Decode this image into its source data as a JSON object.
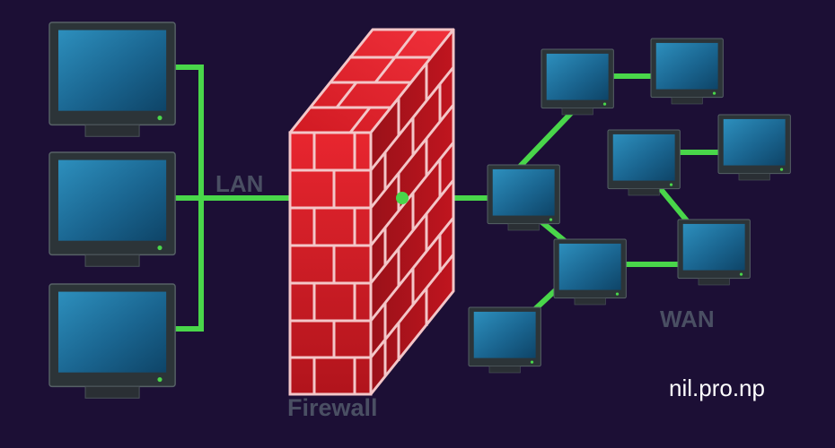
{
  "labels": {
    "lan": "LAN",
    "wan": "WAN",
    "firewall": "Firewall",
    "watermark": "nil.pro.np"
  },
  "colors": {
    "background": "#1c0f35",
    "link": "#49d64a",
    "brick_light": "#e5212b",
    "brick_dark": "#8c1018",
    "mortar": "#f3c6c8",
    "screen": "#1e6e97",
    "bezel": "#2c3438",
    "label_text": "#4a4f63",
    "watermark_text": "#ffffff"
  },
  "icons": {
    "computer": "monitor-icon",
    "firewall": "brick-wall-icon"
  }
}
